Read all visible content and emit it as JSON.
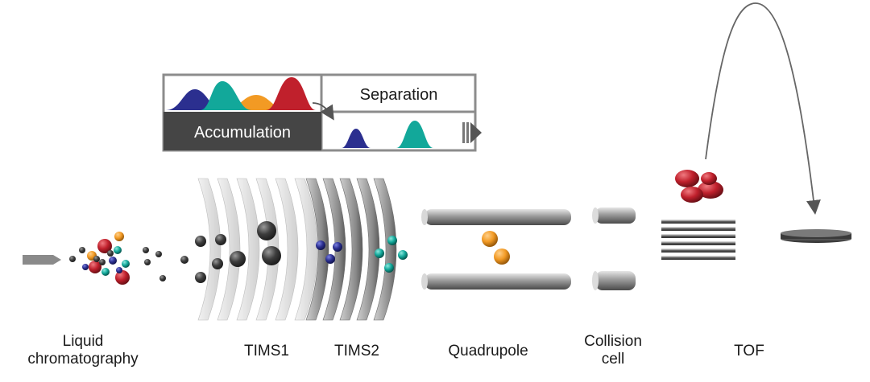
{
  "inset": {
    "accumulation_label": "Accumulation",
    "separation_label": "Separation"
  },
  "components": {
    "liquid_line1": "Liquid",
    "liquid_line2": "chromatography",
    "tims1": "TIMS1",
    "tims2": "TIMS2",
    "quadrupole": "Quadrupole",
    "collision_line1": "Collision",
    "collision_line2": "cell",
    "tof": "TOF"
  },
  "colors": {
    "navy": "#2b2f8f",
    "teal": "#12a89a",
    "orange": "#f29a24",
    "red": "#c0202c",
    "dark_gray": "#3d3d3d",
    "box_dark": "#454545",
    "box_border": "#8c8c8c"
  }
}
